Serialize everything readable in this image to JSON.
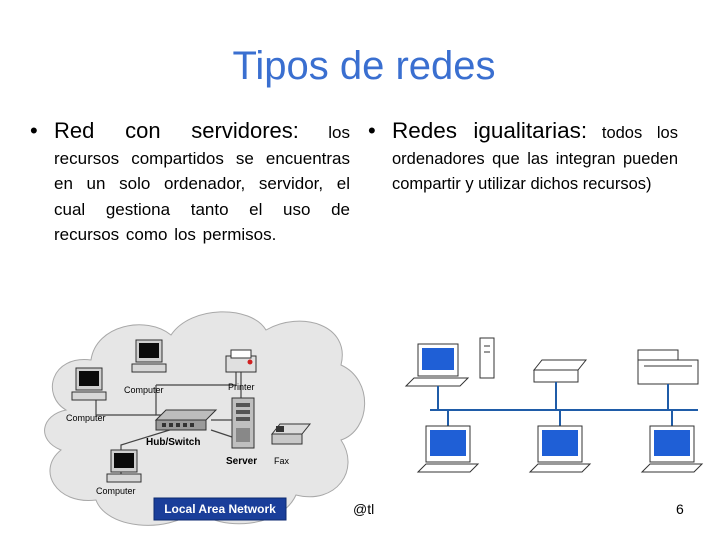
{
  "slide": {
    "title": "Tipos de redes",
    "left": {
      "lead": "Red con servidores:",
      "body": "los recursos compartidos se encuentras en un solo ordenador, servidor, el cual gestiona tanto el uso de recursos como los permisos."
    },
    "right": {
      "lead": "Redes igualitarias:",
      "body": "todos los ordenadores que las integran pueden compartir y utilizar dichos recursos)"
    },
    "footer": {
      "center": "@tl",
      "page": "6"
    }
  },
  "lan_diagram": {
    "banner": "Local Area Network",
    "labels": {
      "computer_top": "Computer",
      "computer_left": "Computer",
      "computer_bottom": "Computer",
      "printer": "Printer",
      "hub": "Hub/Switch",
      "server": "Server",
      "fax": "Fax"
    }
  },
  "colors": {
    "title": "#3a6fd0",
    "screen_blue": "#1f5fd6",
    "bus_line": "#1f5ca8",
    "banner_bg": "#1a3e9a",
    "banner_text": "#ffffff"
  }
}
